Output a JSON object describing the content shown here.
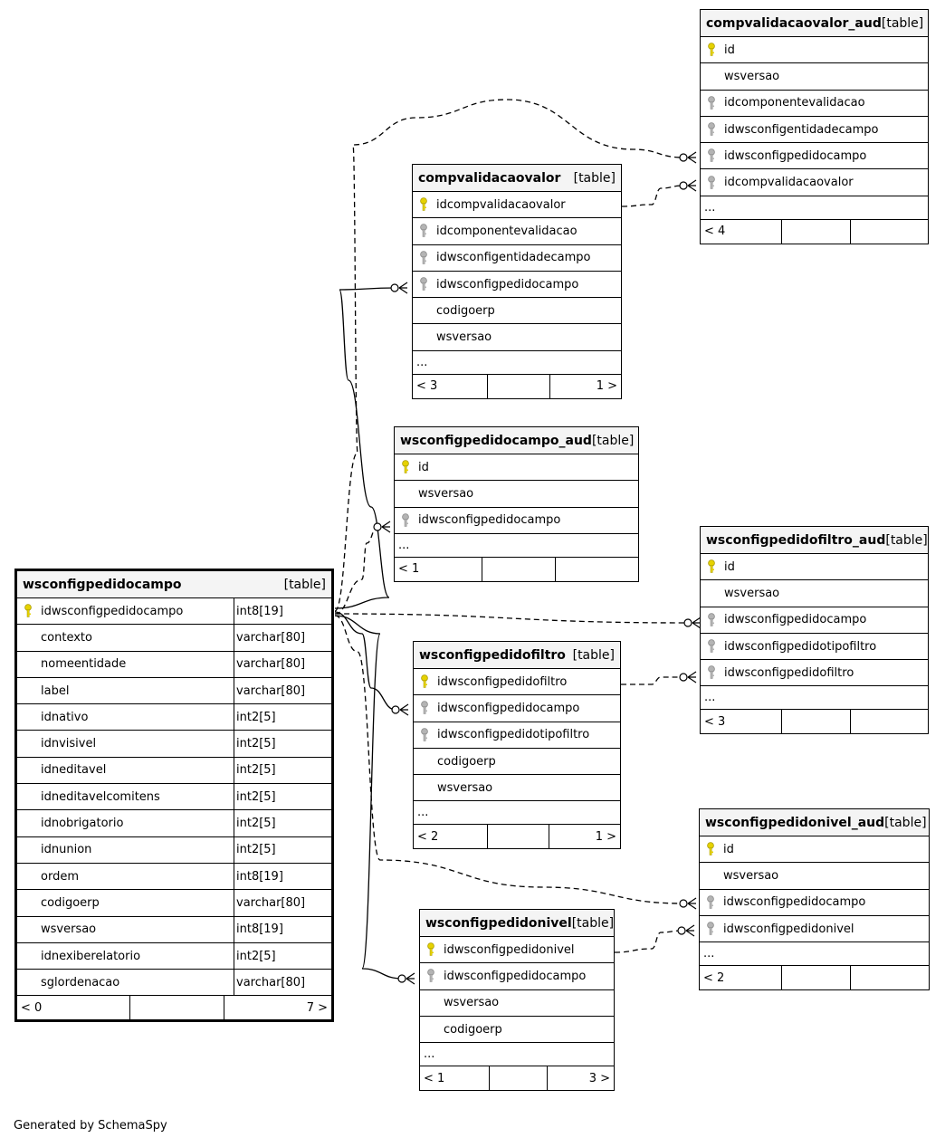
{
  "credit": "Generated by SchemaSpy",
  "colors": {
    "pk_key": "#e6d200",
    "fk_key": "#b4b4b4",
    "header_bg": "#f4f4f4"
  },
  "tables": [
    {
      "name": "compvalidacaovalor_aud",
      "kind": "[table]",
      "columns": [
        {
          "name": "id",
          "key": "pk"
        },
        {
          "name": "wsversao",
          "key": ""
        },
        {
          "name": "idcomponentevalidacao",
          "key": "fk"
        },
        {
          "name": "idwsconfigentidadecampo",
          "key": "fk"
        },
        {
          "name": "idwsconfigpedidocampo",
          "key": "fk"
        },
        {
          "name": "idcompvalidacaovalor",
          "key": "fk"
        }
      ],
      "more": "...",
      "footer": [
        "< 4",
        "",
        ""
      ]
    },
    {
      "name": "compvalidacaovalor",
      "kind": "[table]",
      "columns": [
        {
          "name": "idcompvalidacaovalor",
          "key": "pk"
        },
        {
          "name": "idcomponentevalidacao",
          "key": "fk"
        },
        {
          "name": "idwsconfigentidadecampo",
          "key": "fk"
        },
        {
          "name": "idwsconfigpedidocampo",
          "key": "fk"
        },
        {
          "name": "codigoerp",
          "key": ""
        },
        {
          "name": "wsversao",
          "key": ""
        }
      ],
      "more": "...",
      "footer": [
        "< 3",
        "",
        "1 >"
      ]
    },
    {
      "name": "wsconfigpedidocampo_aud",
      "kind": "[table]",
      "columns": [
        {
          "name": "id",
          "key": "pk"
        },
        {
          "name": "wsversao",
          "key": ""
        },
        {
          "name": "idwsconfigpedidocampo",
          "key": "fk"
        }
      ],
      "more": "...",
      "footer": [
        "< 1",
        "",
        ""
      ]
    },
    {
      "name": "wsconfigpedidofiltro_aud",
      "kind": "[table]",
      "columns": [
        {
          "name": "id",
          "key": "pk"
        },
        {
          "name": "wsversao",
          "key": ""
        },
        {
          "name": "idwsconfigpedidocampo",
          "key": "fk"
        },
        {
          "name": "idwsconfigpedidotipofiltro",
          "key": "fk"
        },
        {
          "name": "idwsconfigpedidofiltro",
          "key": "fk"
        }
      ],
      "more": "...",
      "footer": [
        "< 3",
        "",
        ""
      ]
    },
    {
      "name": "wsconfigpedidocampo",
      "kind": "[table]",
      "main": true,
      "columns": [
        {
          "name": "idwsconfigpedidocampo",
          "type": "int8[19]",
          "key": "pk"
        },
        {
          "name": "contexto",
          "type": "varchar[80]",
          "key": ""
        },
        {
          "name": "nomeentidade",
          "type": "varchar[80]",
          "key": ""
        },
        {
          "name": "label",
          "type": "varchar[80]",
          "key": ""
        },
        {
          "name": "idnativo",
          "type": "int2[5]",
          "key": ""
        },
        {
          "name": "idnvisivel",
          "type": "int2[5]",
          "key": ""
        },
        {
          "name": "idneditavel",
          "type": "int2[5]",
          "key": ""
        },
        {
          "name": "idneditavelcomitens",
          "type": "int2[5]",
          "key": ""
        },
        {
          "name": "idnobrigatorio",
          "type": "int2[5]",
          "key": ""
        },
        {
          "name": "idnunion",
          "type": "int2[5]",
          "key": ""
        },
        {
          "name": "ordem",
          "type": "int8[19]",
          "key": ""
        },
        {
          "name": "codigoerp",
          "type": "varchar[80]",
          "key": ""
        },
        {
          "name": "wsversao",
          "type": "int8[19]",
          "key": ""
        },
        {
          "name": "idnexiberelatorio",
          "type": "int2[5]",
          "key": ""
        },
        {
          "name": "sglordenacao",
          "type": "varchar[80]",
          "key": ""
        }
      ],
      "footer": [
        "< 0",
        "",
        "7 >"
      ]
    },
    {
      "name": "wsconfigpedidofiltro",
      "kind": "[table]",
      "columns": [
        {
          "name": "idwsconfigpedidofiltro",
          "key": "pk"
        },
        {
          "name": "idwsconfigpedidocampo",
          "key": "fk"
        },
        {
          "name": "idwsconfigpedidotipofiltro",
          "key": "fk"
        },
        {
          "name": "codigoerp",
          "key": ""
        },
        {
          "name": "wsversao",
          "key": ""
        }
      ],
      "more": "...",
      "footer": [
        "< 2",
        "",
        "1 >"
      ]
    },
    {
      "name": "wsconfigpedidonivel_aud",
      "kind": "[table]",
      "columns": [
        {
          "name": "id",
          "key": "pk"
        },
        {
          "name": "wsversao",
          "key": ""
        },
        {
          "name": "idwsconfigpedidocampo",
          "key": "fk"
        },
        {
          "name": "idwsconfigpedidonivel",
          "key": "fk"
        }
      ],
      "more": "...",
      "footer": [
        "< 2",
        "",
        ""
      ]
    },
    {
      "name": "wsconfigpedidonivel",
      "kind": "[table]",
      "columns": [
        {
          "name": "idwsconfigpedidonivel",
          "key": "pk"
        },
        {
          "name": "idwsconfigpedidocampo",
          "key": "fk"
        },
        {
          "name": "wsversao",
          "key": ""
        },
        {
          "name": "codigoerp",
          "key": ""
        }
      ],
      "more": "...",
      "footer": [
        "< 1",
        "",
        "3 >"
      ]
    }
  ],
  "relationships": [
    {
      "from": "wsconfigpedidocampo.idwsconfigpedidocampo",
      "to": "compvalidacaovalor_aud.idwsconfigpedidocampo",
      "style": "dashed"
    },
    {
      "from": "compvalidacaovalor.idcompvalidacaovalor",
      "to": "compvalidacaovalor_aud.idcompvalidacaovalor",
      "style": "dashed"
    },
    {
      "from": "wsconfigpedidocampo.idwsconfigpedidocampo",
      "to": "compvalidacaovalor.idwsconfigpedidocampo",
      "style": "solid"
    },
    {
      "from": "wsconfigpedidocampo.idwsconfigpedidocampo",
      "to": "wsconfigpedidocampo_aud.idwsconfigpedidocampo",
      "style": "dashed"
    },
    {
      "from": "wsconfigpedidocampo.idwsconfigpedidocampo",
      "to": "wsconfigpedidofiltro_aud.idwsconfigpedidocampo",
      "style": "dashed"
    },
    {
      "from": "wsconfigpedidofiltro.idwsconfigpedidofiltro",
      "to": "wsconfigpedidofiltro_aud.idwsconfigpedidofiltro",
      "style": "dashed"
    },
    {
      "from": "wsconfigpedidocampo.idwsconfigpedidocampo",
      "to": "wsconfigpedidofiltro.idwsconfigpedidocampo",
      "style": "solid"
    },
    {
      "from": "wsconfigpedidocampo.idwsconfigpedidocampo",
      "to": "wsconfigpedidonivel_aud.idwsconfigpedidocampo",
      "style": "dashed"
    },
    {
      "from": "wsconfigpedidonivel.idwsconfigpedidonivel",
      "to": "wsconfigpedidonivel_aud.idwsconfigpedidonivel",
      "style": "dashed"
    },
    {
      "from": "wsconfigpedidocampo.idwsconfigpedidocampo",
      "to": "wsconfigpedidonivel.idwsconfigpedidocampo",
      "style": "solid"
    }
  ]
}
